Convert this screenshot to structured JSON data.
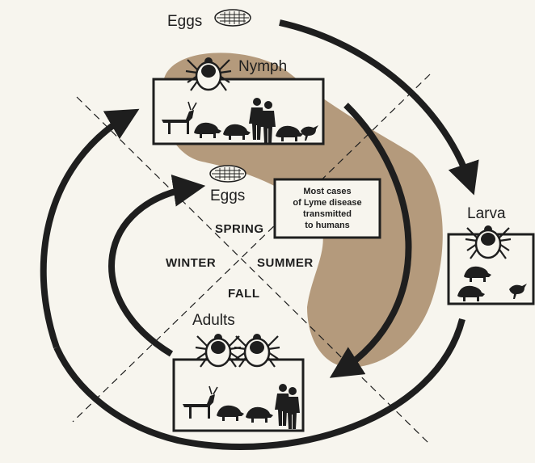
{
  "labels": {
    "eggs_top": "Eggs",
    "nymph": "Nymph",
    "eggs_middle": "Eggs",
    "larva": "Larva",
    "adults": "Adults"
  },
  "seasons": {
    "spring": "SPRING",
    "winter": "WINTER",
    "summer": "SUMMER",
    "fall": "FALL"
  },
  "note": {
    "line1": "Most cases",
    "line2": "of Lyme disease",
    "line3": "transmitted",
    "line4": "to humans"
  },
  "colors": {
    "background": "#f7f5ee",
    "risk_zone": "#b49a7c",
    "ink": "#1e1e1e"
  },
  "icons": [
    "egg-cluster-icon",
    "tick-icon",
    "deer-icon",
    "mouse-icon",
    "raccoon-icon",
    "bird-icon",
    "human-icon",
    "chipmunk-icon"
  ]
}
